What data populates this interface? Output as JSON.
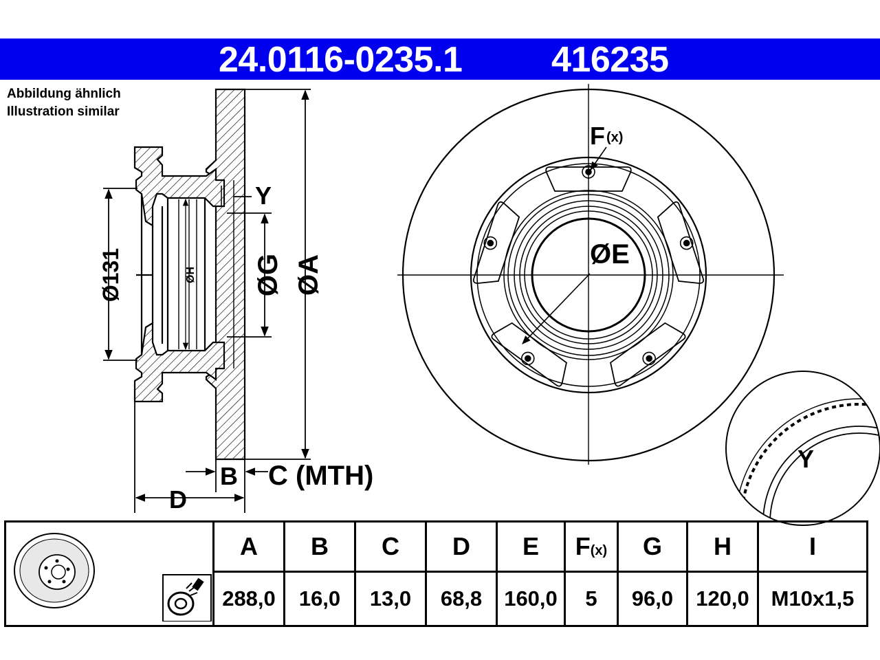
{
  "header": {
    "article_number": "24.0116-0235.1",
    "reference_number": "416235"
  },
  "note": {
    "line1": "Abbildung ähnlich",
    "line2": "Illustration similar"
  },
  "drawing_labels": {
    "y_side": "Y",
    "dia_131": "Ø131",
    "dia_h": "ØH",
    "dia_g": "ØG",
    "dia_a": "ØA",
    "b": "B",
    "c_mth": "C (MTH)",
    "d": "D",
    "f_main": "F",
    "f_sub": "(x)",
    "dia_e": "ØE",
    "y_detail": "Y"
  },
  "table": {
    "headers": [
      {
        "main": "A",
        "sub": ""
      },
      {
        "main": "B",
        "sub": ""
      },
      {
        "main": "C",
        "sub": ""
      },
      {
        "main": "D",
        "sub": ""
      },
      {
        "main": "E",
        "sub": ""
      },
      {
        "main": "F",
        "sub": "(x)"
      },
      {
        "main": "G",
        "sub": ""
      },
      {
        "main": "H",
        "sub": ""
      },
      {
        "main": "I",
        "sub": ""
      }
    ],
    "values": [
      "288,0",
      "16,0",
      "13,0",
      "68,8",
      "160,0",
      "5",
      "96,0",
      "120,0",
      "M10x1,5"
    ]
  }
}
